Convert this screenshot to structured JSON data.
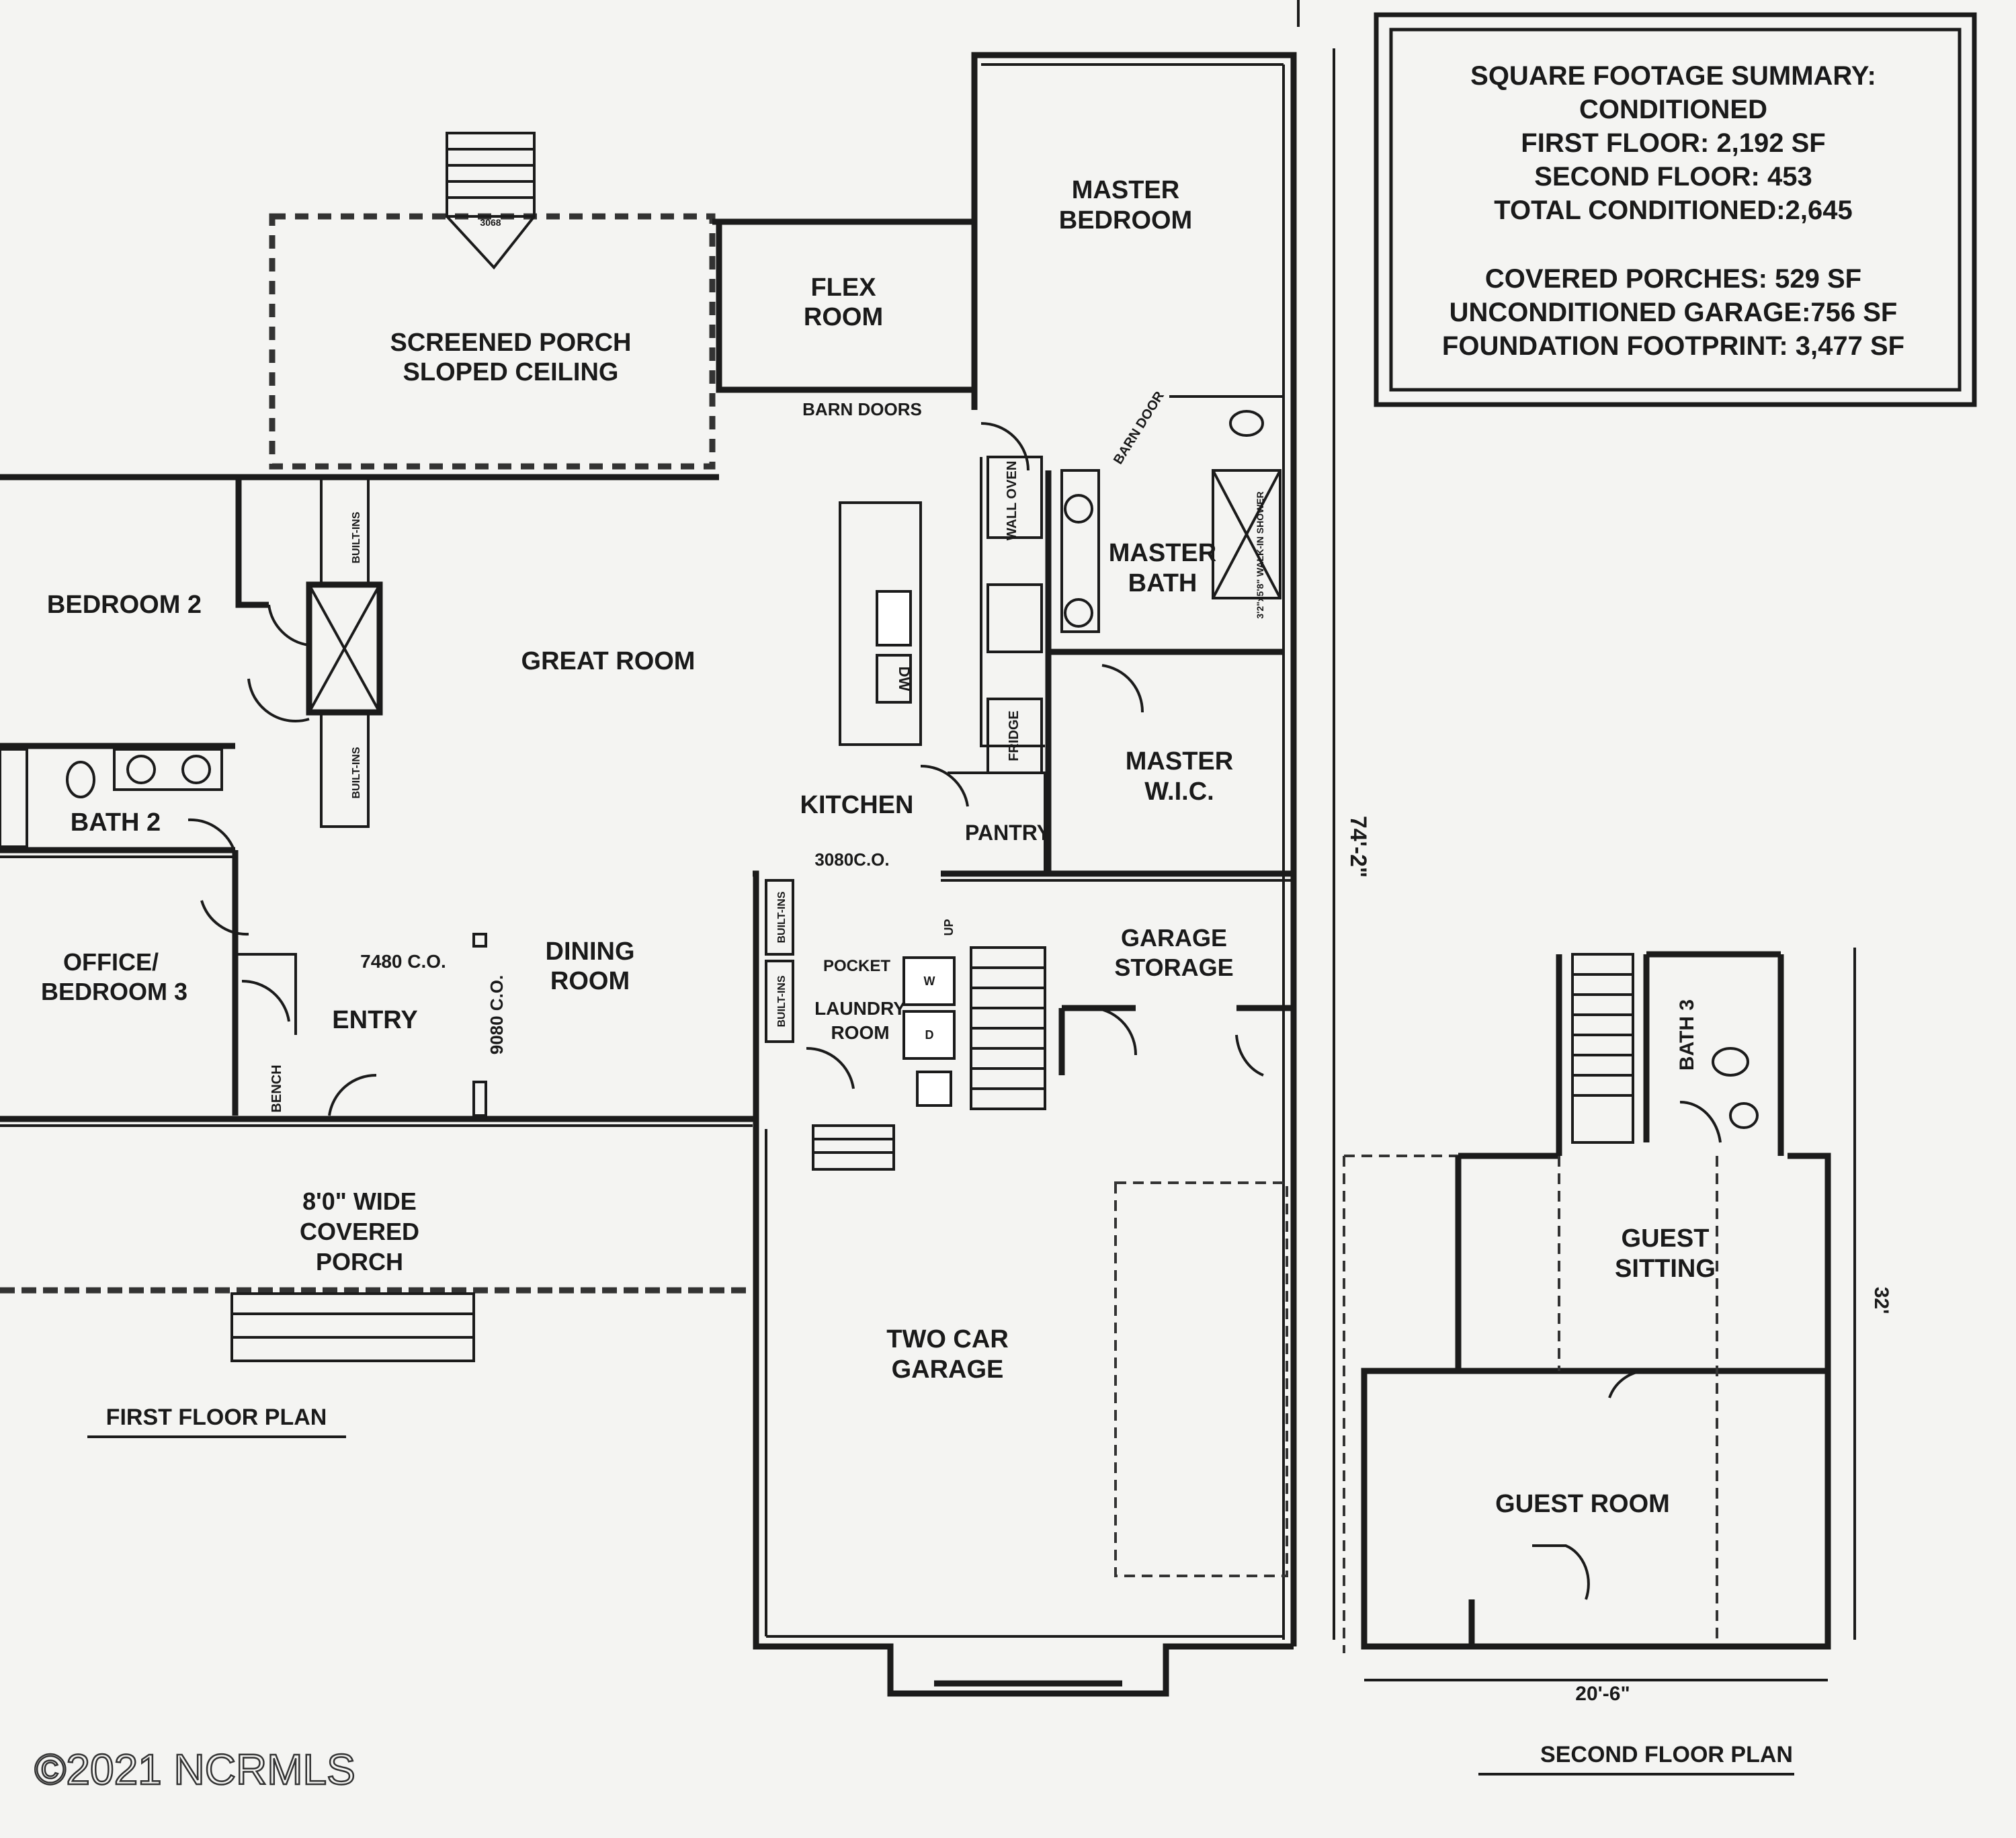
{
  "summary": {
    "title": "SQUARE FOOTAGE SUMMARY:",
    "conditioned": "CONDITIONED",
    "first_floor": "FIRST FLOOR: 2,192 SF",
    "second_floor": "SECOND FLOOR: 453",
    "total": "TOTAL CONDITIONED:2,645",
    "porches": "COVERED PORCHES: 529 SF",
    "garage": "UNCONDITIONED GARAGE:756 SF",
    "foundation": "FOUNDATION FOOTPRINT: 3,477 SF"
  },
  "first_floor": {
    "caption": "FIRST FLOOR PLAN",
    "dimension": "74'-2\"",
    "rooms": {
      "screened_porch_1": "SCREENED PORCH",
      "screened_porch_2": "SLOPED CEILING",
      "flex_1": "FLEX",
      "flex_2": "ROOM",
      "master_bed_1": "MASTER",
      "master_bed_2": "BEDROOM",
      "bedroom2": "BEDROOM 2",
      "great_room": "GREAT ROOM",
      "master_bath_1": "MASTER",
      "master_bath_2": "BATH",
      "bath2": "BATH 2",
      "kitchen": "KITCHEN",
      "pantry": "PANTRY",
      "master_wic_1": "MASTER",
      "master_wic_2": "W.I.C.",
      "office_1": "OFFICE/",
      "office_2": "BEDROOM 3",
      "entry": "ENTRY",
      "dining_1": "DINING",
      "dining_2": "ROOM",
      "garage_storage_1": "GARAGE",
      "garage_storage_2": "STORAGE",
      "laundry_1": "LAUNDRY",
      "laundry_2": "ROOM",
      "porch_1": "8'0\" WIDE",
      "porch_2": "COVERED",
      "porch_3": "PORCH",
      "garage_1": "TWO CAR",
      "garage_2": "GARAGE"
    },
    "notes": {
      "barn_doors": "BARN DOORS",
      "barn_door": "BARN DOOR",
      "door_3068": "3068",
      "wall_oven": "WALL OVEN",
      "shower": "3'2\"x5'8\" WALK-IN SHOWER",
      "built_in_1": "BUILT-INS",
      "built_in_2": "BUILT-INS",
      "built_in_3": "BUILT-INS",
      "built_in_4": "BUILT-INS",
      "dw": "DW",
      "fridge": "FRIDGE",
      "co_3080": "3080C.O.",
      "co_7480": "7480 C.O.",
      "co_9080": "9080 C.O.",
      "pocket": "POCKET",
      "up": "UP",
      "bench": "BENCH",
      "washer": "W",
      "dryer": "D"
    }
  },
  "second_floor": {
    "caption": "SECOND FLOOR PLAN",
    "bath3": "BATH 3",
    "guest_sitting_1": "GUEST",
    "guest_sitting_2": "SITTING",
    "guest_room": "GUEST ROOM",
    "dim_depth": "32'",
    "dim_width": "20'-6\""
  },
  "watermark": "©2021 NCRMLS"
}
